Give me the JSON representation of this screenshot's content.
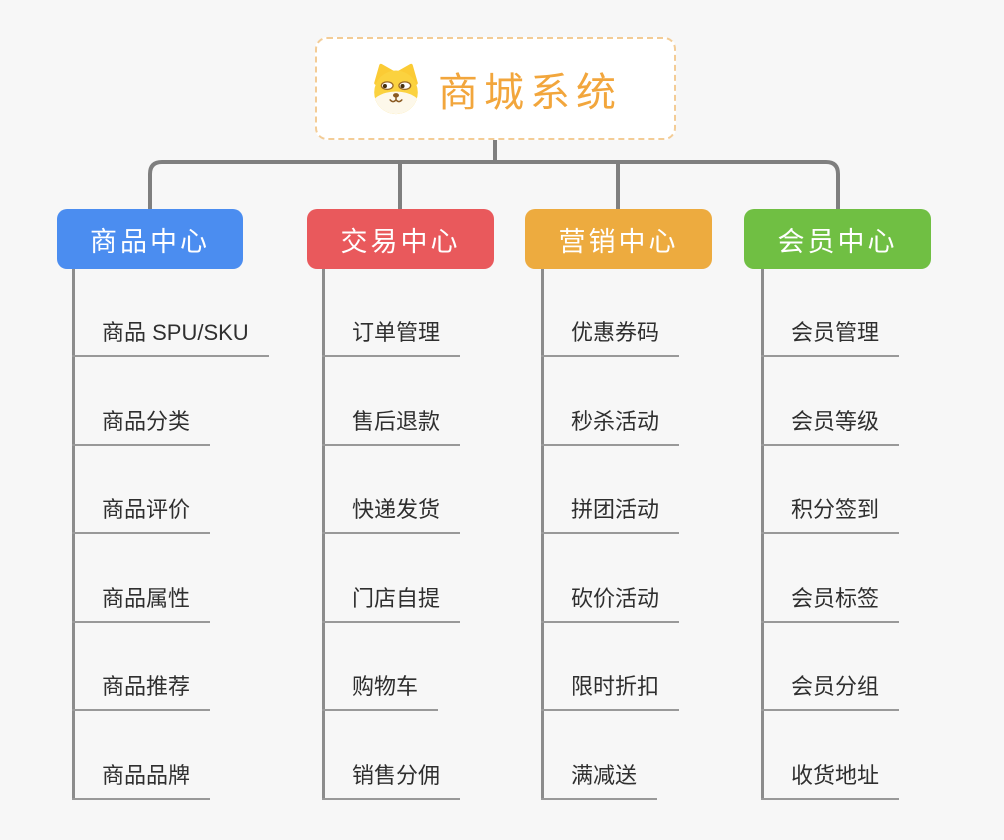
{
  "root": {
    "title": "商城系统",
    "icon": "dog-face-icon"
  },
  "branches": [
    {
      "label": "商品中心",
      "color": "#4B8DF0",
      "items": [
        "商品 SPU/SKU",
        "商品分类",
        "商品评价",
        "商品属性",
        "商品推荐",
        "商品品牌"
      ]
    },
    {
      "label": "交易中心",
      "color": "#E9595C",
      "items": [
        "订单管理",
        "售后退款",
        "快递发货",
        "门店自提",
        "购物车",
        "销售分佣"
      ]
    },
    {
      "label": "营销中心",
      "color": "#EDAB3F",
      "items": [
        "优惠券码",
        "秒杀活动",
        "拼团活动",
        "砍价活动",
        "限时折扣",
        "满减送"
      ]
    },
    {
      "label": "会员中心",
      "color": "#70BF43",
      "items": [
        "会员管理",
        "会员等级",
        "积分签到",
        "会员标签",
        "会员分组",
        "收货地址"
      ]
    }
  ],
  "colors": {
    "background": "#F7F7F7",
    "root_border": "#F3CC96",
    "root_text": "#F2A63C",
    "connector": "#7F7F7F",
    "branch_line": "#8C8C8C",
    "item_underline": "#999999",
    "item_text": "#2F2F2F"
  }
}
